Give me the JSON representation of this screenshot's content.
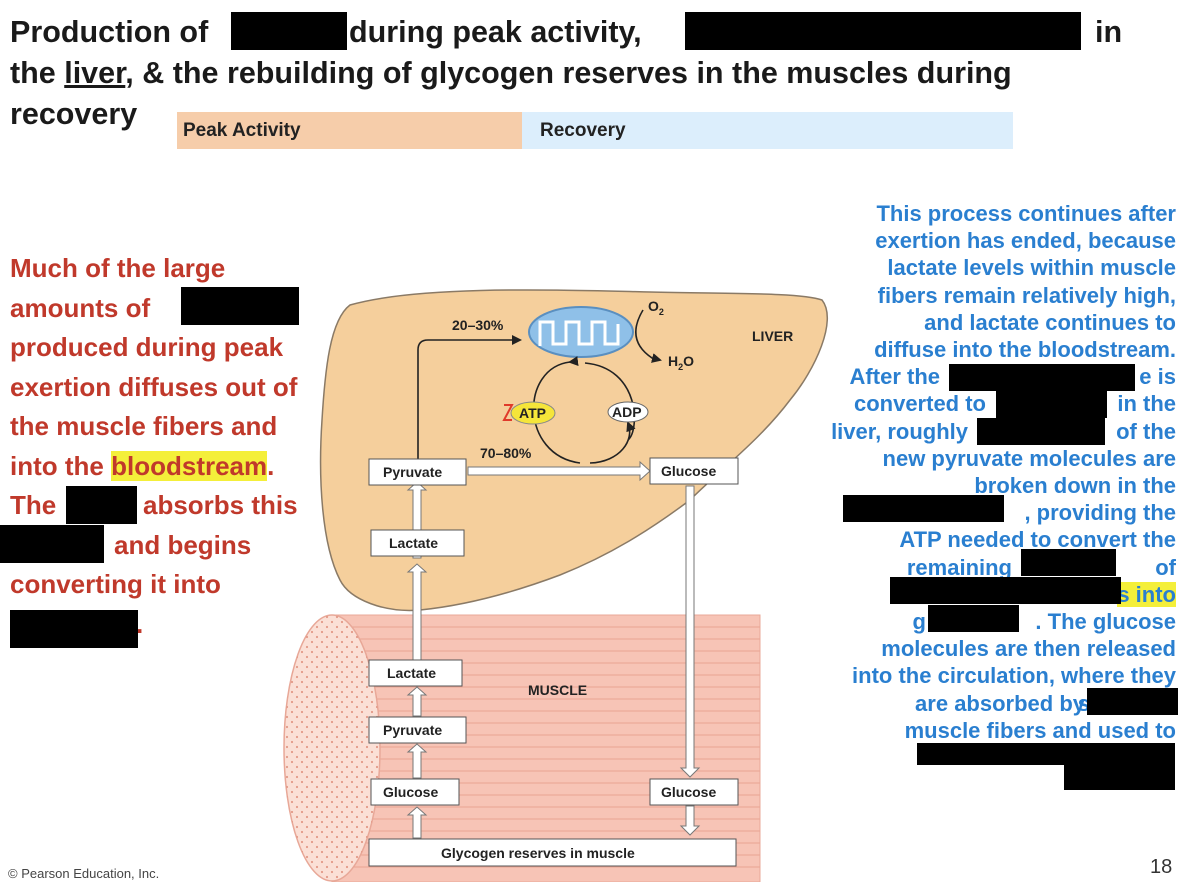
{
  "title": {
    "line1_a": "Production of",
    "line1_b": "during peak activity,",
    "line1_c": "in",
    "line2_a": "the",
    "line2_liver": "liver",
    "line2_b": ", & the rebuilding of glycogen reserves in the muscles during",
    "line3": "recovery"
  },
  "bands": {
    "peak": "Peak Activity",
    "recovery": "Recovery",
    "peak_color": "#f6cdaa",
    "recovery_color": "#dceefc"
  },
  "left_text": {
    "l1": "Much of the large",
    "l2": "amounts of",
    "l3": "produced during peak",
    "l4": "exertion diffuses out of",
    "l5": "the muscle fibers and",
    "l6_a": "into the",
    "l6_hl": "bloodstream",
    "l6_b": ".",
    "l7_a": "The",
    "l7_b": "absorbs this",
    "l8": "and begins",
    "l9": "converting it into",
    "l10": "."
  },
  "right_text": {
    "l1": "This process continues after",
    "l2": "exertion has ended, because",
    "l3": "lactate levels within muscle",
    "l4": "fibers remain relatively high,",
    "l5": "and lactate continues to",
    "l6": "diffuse into the bloodstream.",
    "l7_a": "After the",
    "l7_b": "e is",
    "l8_a": "converted to",
    "l8_b": "in the",
    "l9_a": "liver, roughly",
    "l9_b": "of the",
    "l10": "new pyruvate molecules are",
    "l11": "broken down in the",
    "l12": ", providing the",
    "l13": "ATP needed to convert the",
    "l14_a": "remaining",
    "l14_b": "of",
    "l15": "s into",
    "l16_a": "g",
    "l16_b": ". The glucose",
    "l17": "molecules are then released",
    "l18": "into the circulation, where they",
    "l19_a": "are absorbed by",
    "l19_b": "s",
    "l20": "muscle fibers and used to"
  },
  "diagram": {
    "liver_label": "LIVER",
    "muscle_label": "MUSCLE",
    "pct_top": "20–30%",
    "pct_bottom": "70–80%",
    "o2": "O",
    "o2_sub": "2",
    "h2o_a": "H",
    "h2o_sub": "2",
    "h2o_b": "O",
    "atp": "ATP",
    "adp": "ADP",
    "liver_pyruvate": "Pyruvate",
    "liver_glucose": "Glucose",
    "liver_lactate": "Lactate",
    "muscle_lactate": "Lactate",
    "muscle_pyruvate": "Pyruvate",
    "muscle_glucose_left": "Glucose",
    "muscle_glucose_right": "Glucose",
    "glycogen": "Glycogen reserves in muscle"
  },
  "footer": {
    "copyright": "© Pearson Education, Inc.",
    "page": "18"
  },
  "colors": {
    "liver_fill": "#f5cf9c",
    "muscle_fill": "#f7c4b6",
    "left_text": "#c0392b",
    "right_text": "#2a7fd0",
    "mito": "#8fc0e8"
  }
}
